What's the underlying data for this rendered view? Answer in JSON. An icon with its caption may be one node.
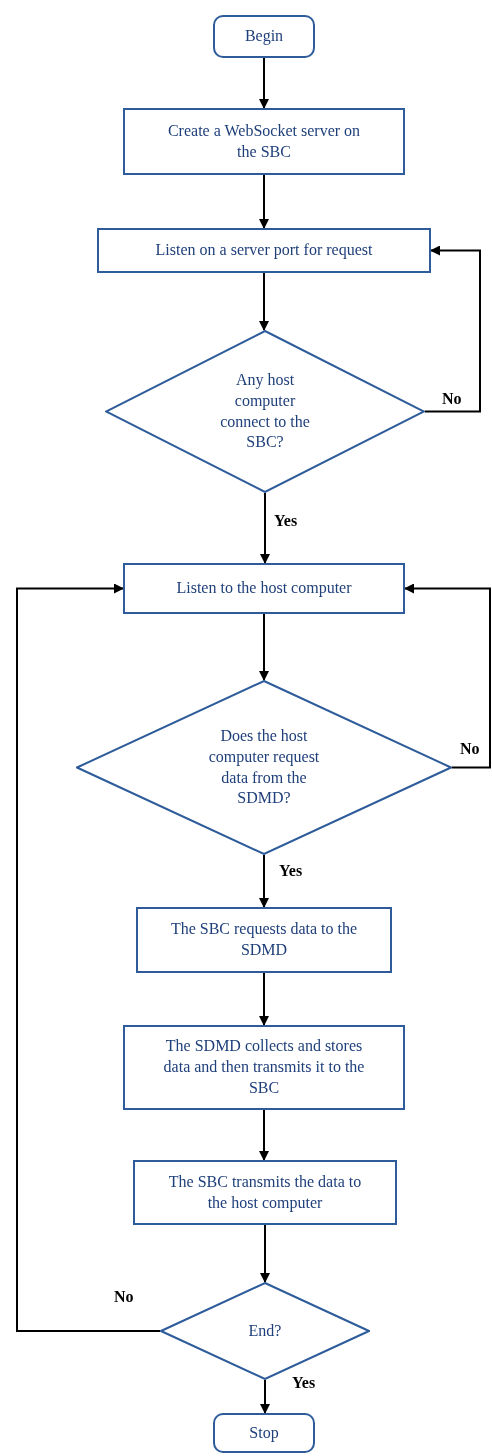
{
  "diagram": {
    "nodes": [
      {
        "text": [
          "Begin"
        ]
      },
      {
        "text": [
          "Create a WebSocket server on the SBC"
        ]
      },
      {
        "text": [
          "Listen on a server port for request"
        ]
      },
      {
        "text": [
          "Any host computer connect to the SBC?"
        ]
      },
      {
        "text": [
          "Listen to the host computer"
        ]
      },
      {
        "text": [
          "Does the host computer request data from the SDMD?"
        ]
      },
      {
        "text": [
          "The SBC requests data to the SDMD"
        ]
      },
      {
        "text": [
          "The SDMD collects and stores data and then transmits it to the SBC"
        ]
      },
      {
        "text": [
          "The SBC transmits the data to the host computer"
        ]
      },
      {
        "text": [
          "End?"
        ]
      },
      {
        "text": [
          "Stop"
        ]
      }
    ],
    "edges": [
      {
        "from": 0,
        "to": 1,
        "arrow": "to"
      },
      {
        "from": 1,
        "to": 2,
        "arrow": "to"
      },
      {
        "from": 2,
        "to": 3,
        "arrow": "to"
      },
      {
        "from": 3,
        "to": 2,
        "arrow": "to",
        "label": "No"
      },
      {
        "from": 3,
        "to": 4,
        "arrow": "to",
        "label": "Yes"
      },
      {
        "from": 4,
        "to": 5,
        "arrow": "to"
      },
      {
        "from": 5,
        "to": 4,
        "arrow": "to",
        "label": "No"
      },
      {
        "from": 5,
        "to": 6,
        "arrow": "to",
        "label": "Yes"
      },
      {
        "from": 6,
        "to": 7,
        "arrow": "to"
      },
      {
        "from": 7,
        "to": 8,
        "arrow": "to"
      },
      {
        "from": 8,
        "to": 9,
        "arrow": "to"
      },
      {
        "from": 9,
        "to": 4,
        "arrow": "to",
        "label": "No"
      },
      {
        "from": 9,
        "to": 10,
        "arrow": "to",
        "label": "Yes"
      }
    ]
  }
}
